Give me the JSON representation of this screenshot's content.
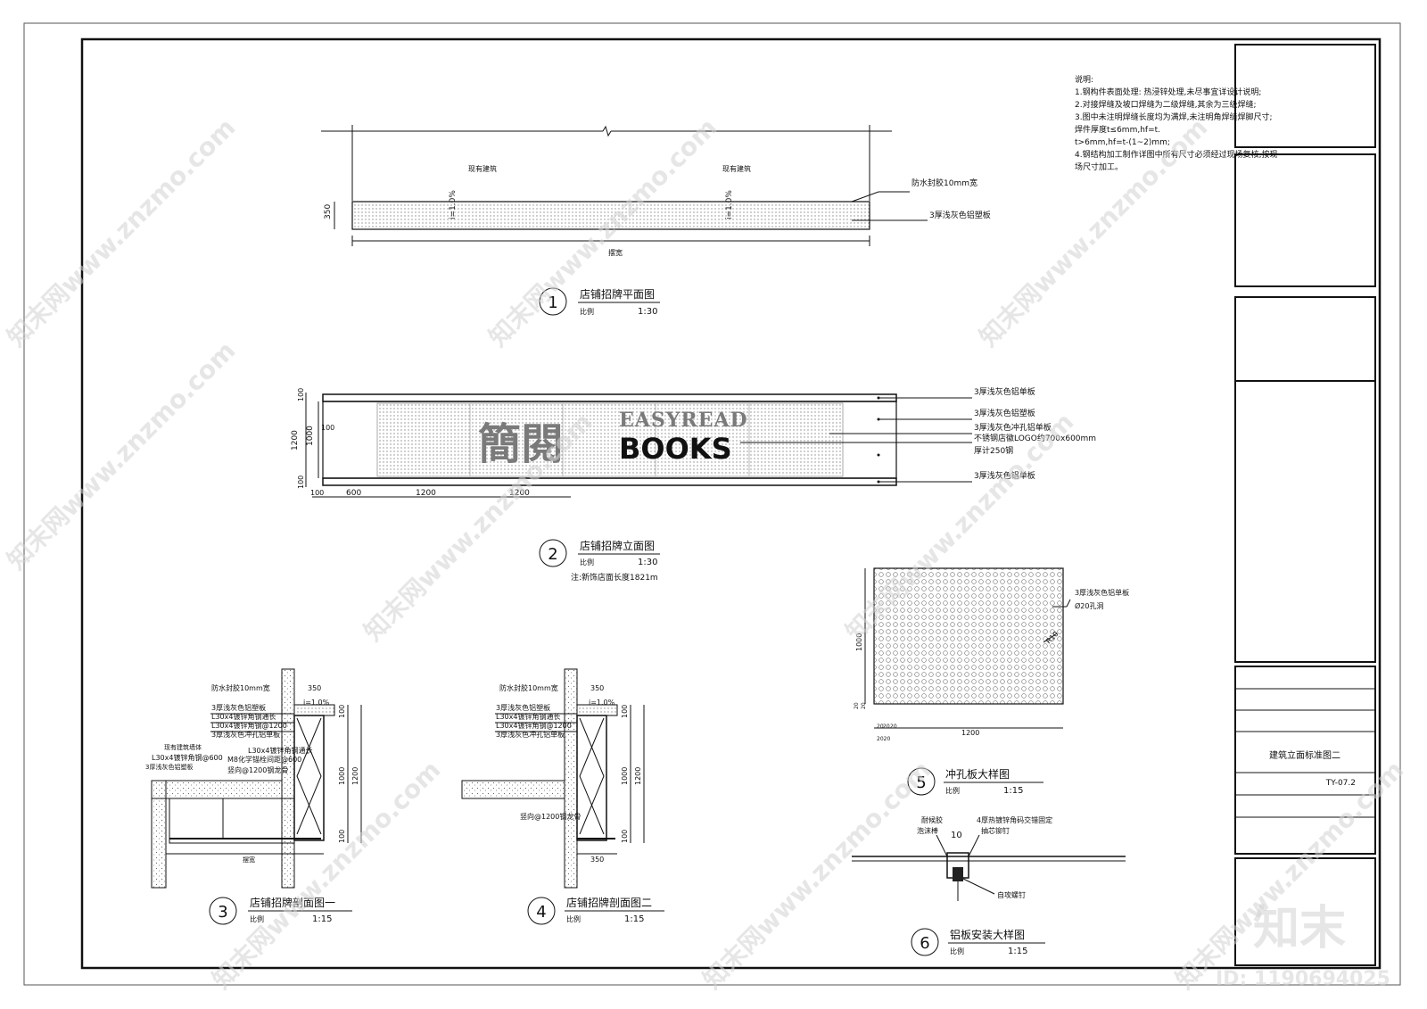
{
  "notes": {
    "title": "说明:",
    "lines": [
      "1.钢构件表面处理: 热浸锌处理,未尽事宜详设计说明;",
      "2.对接焊缝及坡口焊缝为二级焊缝,其余为三级焊缝;",
      "3.图中未注明焊缝长度均为满焊,未注明角焊缝焊脚尺寸;",
      "焊件厚度t≤6mm,hf=t.",
      "t>6mm,hf=t-(1~2)mm;",
      "4.钢结构加工制作详图中所有尺寸必须经过现场复核,按现",
      "场尺寸加工。"
    ]
  },
  "view1": {
    "number": "1",
    "title": "店铺招牌平面图",
    "scale_label": "比例",
    "scale": "1:30",
    "existing_left": "现有建筑",
    "existing_right": "现有建筑",
    "dim_height": "350",
    "dim_width": "摆宽",
    "slope_1": "i=1.0%",
    "slope_2": "i=1.0%",
    "callout_1": "防水封胶10mm宽",
    "callout_2": "3厚浅灰色铝塑板"
  },
  "view2": {
    "number": "2",
    "title": "店铺招牌立面图",
    "scale_label": "比例",
    "scale": "1:30",
    "note": "注:新饰店面长度1821m",
    "logo_cn": "簡閱",
    "logo_en_1": "EASYREAD",
    "logo_en_2": "BOOKS",
    "dims_v": [
      "100",
      "1200",
      "1000",
      "100",
      "100"
    ],
    "dims_h": [
      "100",
      "600",
      "1200",
      "1200"
    ],
    "callouts": [
      "3厚浅灰色铝单板",
      "3厚浅灰色铝塑板",
      "3厚浅灰色冲孔铝单板",
      "不锈钢店徽LOGO约700x600mm",
      "厚计250钢",
      "3厚浅灰色铝单板"
    ]
  },
  "view3": {
    "number": "3",
    "title": "店铺招牌剖面图一",
    "scale_label": "比例",
    "scale": "1:15",
    "labels": [
      "防水封胶10mm宽",
      "3厚浅灰色铝塑板",
      "L30x4镀锌角钢通长",
      "L30x4镀锌角钢@1200",
      "3厚浅灰色冲孔铝单板",
      "现有建筑墙体",
      "L30x4镀锌角钢@600",
      "3厚浅灰色铝塑板",
      "L30x4镀锌角钢通长",
      "M8化学锚栓间距@600",
      "竖向@1200钢龙骨"
    ],
    "dim_top": "350",
    "slope": "i=1.0%",
    "dims_v": [
      "100",
      "1000",
      "1200",
      "100"
    ],
    "dim_bottom": "摆宽"
  },
  "view4": {
    "number": "4",
    "title": "店铺招牌剖面图二",
    "scale_label": "比例",
    "scale": "1:15",
    "labels": [
      "防水封胶10mm宽",
      "3厚浅灰色铝塑板",
      "L30x4镀锌角钢通长",
      "L30x4镀锌角钢@1200",
      "3厚浅灰色冲孔铝单板",
      "竖向@1200钢龙骨"
    ],
    "dim_top": "350",
    "slope": "i=1.0%",
    "dims_v": [
      "100",
      "1000",
      "1200",
      "100"
    ],
    "dim_bottom": "350"
  },
  "view5": {
    "number": "5",
    "title": "冲孔板大样图",
    "scale_label": "比例",
    "scale": "1:15",
    "callout_1": "3厚浅灰色铝单板",
    "callout_2": "Ø20孔洞",
    "radius": "R10",
    "dim_v": "1000",
    "dim_h": "1200",
    "small_dims": [
      "20",
      "20",
      "20",
      "20",
      "20",
      "2020"
    ]
  },
  "view6": {
    "number": "6",
    "title": "铝板安装大样图",
    "scale_label": "比例",
    "scale": "1:15",
    "labels": [
      "耐候胶",
      "泡沫棒",
      "4厚热镀锌角码交错固定",
      "抽芯铆钉",
      "自攻螺钉"
    ],
    "gap": "10"
  },
  "title_block": {
    "drawing_name": "建筑立面标准图二",
    "drawing_no": "TY-07.2"
  },
  "watermark": {
    "text": "知末网www.znzmo.com",
    "logo": "知末",
    "id": "ID: 1190694025"
  }
}
